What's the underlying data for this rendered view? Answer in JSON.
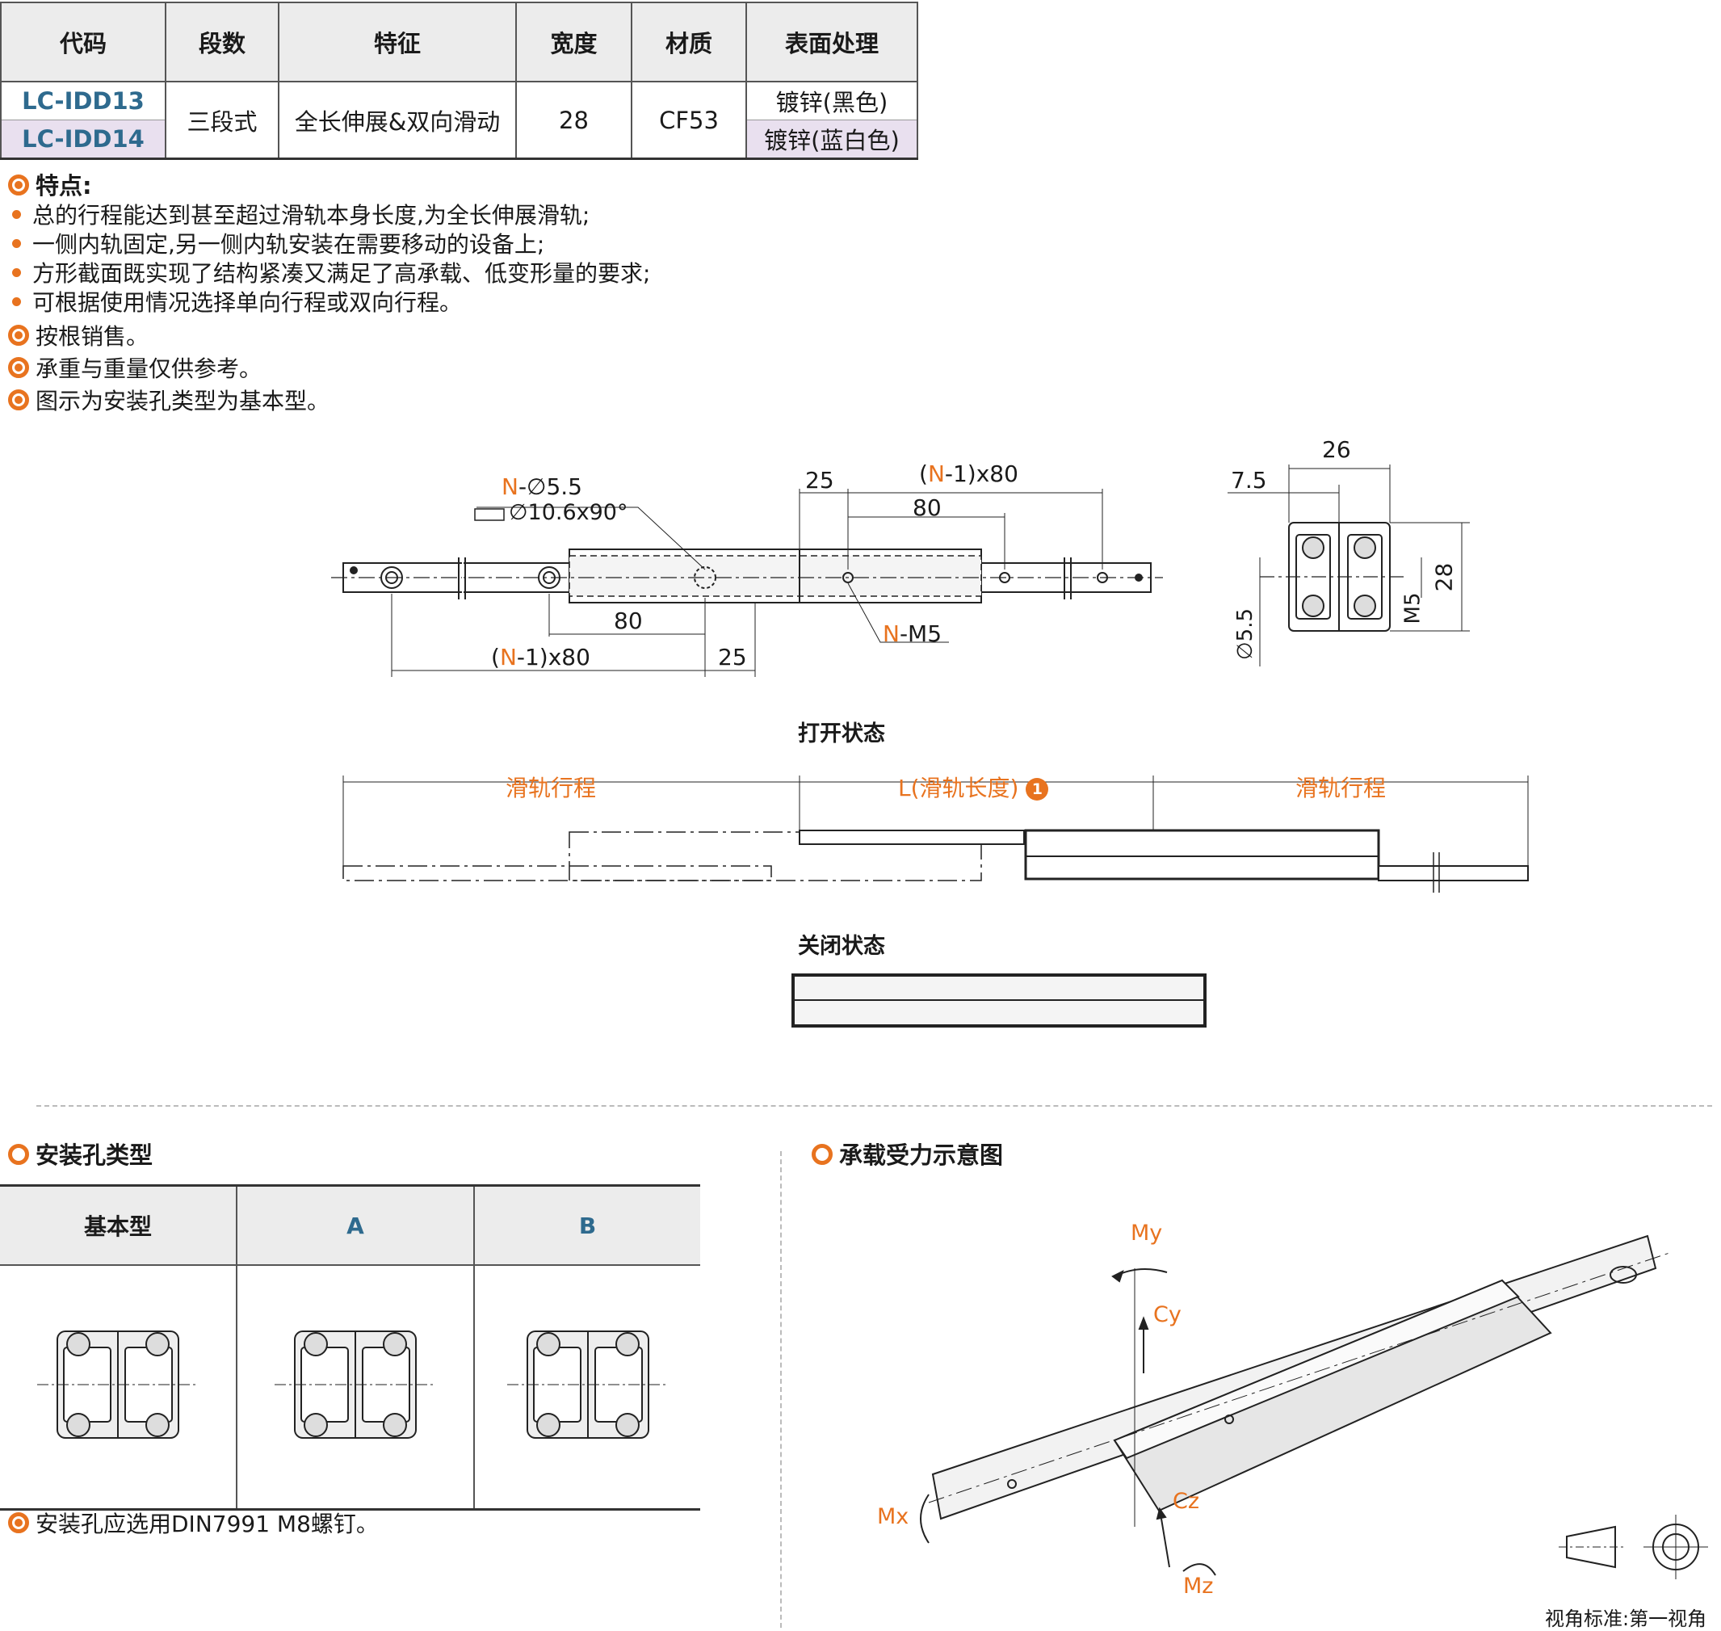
{
  "spec_table": {
    "headers": [
      "代码",
      "段数",
      "特征",
      "宽度",
      "材质",
      "表面处理"
    ],
    "rows": [
      {
        "code": "LC-IDD13",
        "finish": "镀锌(黑色)"
      },
      {
        "code": "LC-IDD14",
        "finish": "镀锌(蓝白色)"
      }
    ],
    "shared": {
      "segments": "三段式",
      "feature": "全长伸展&双向滑动",
      "width": "28",
      "material": "CF53"
    }
  },
  "features": {
    "title": "特点:",
    "items": [
      "总的行程能达到甚至超过滑轨本身长度,为全长伸展滑轨;",
      "一侧内轨固定,另一侧内轨安装在需要移动的设备上;",
      "方形截面既实现了结构紧凑又满足了高承载、低变形量的要求;",
      "可根据使用情况选择单向行程或双向行程。"
    ],
    "notes": [
      "按根销售。",
      "承重与重量仅供参考。",
      "图示为安装孔类型为基本型。"
    ]
  },
  "drawing": {
    "hole_n": "N",
    "hole_label": "-∅5.5",
    "counterbore": "∅10.6x90°",
    "pitch_label": "-1)x80",
    "pitch": "80",
    "offset": "25",
    "m5_label": "-M5",
    "dim_26": "26",
    "dim_7_5": "7.5",
    "dim_28": "28",
    "dim_m5": "M5",
    "dim_d55": "∅5.5",
    "open_state": "打开状态",
    "closed_state": "关闭状态",
    "travel": "滑轨行程",
    "length": "L(滑轨长度)",
    "length_note": "1"
  },
  "hole_types": {
    "title": "安装孔类型",
    "headers": [
      "基本型",
      "A",
      "B"
    ],
    "note": "安装孔应选用DIN7991 M8螺钉。"
  },
  "load": {
    "title": "承载受力示意图",
    "labels": {
      "my": "My",
      "cy": "Cy",
      "cz": "Cz",
      "mx": "Mx",
      "mz": "Mz"
    },
    "view_standard": "视角标准:第一视角"
  },
  "colors": {
    "accent": "#e8731f",
    "code_blue": "#2e6a8e",
    "row_purple": "#e9e0ef"
  }
}
